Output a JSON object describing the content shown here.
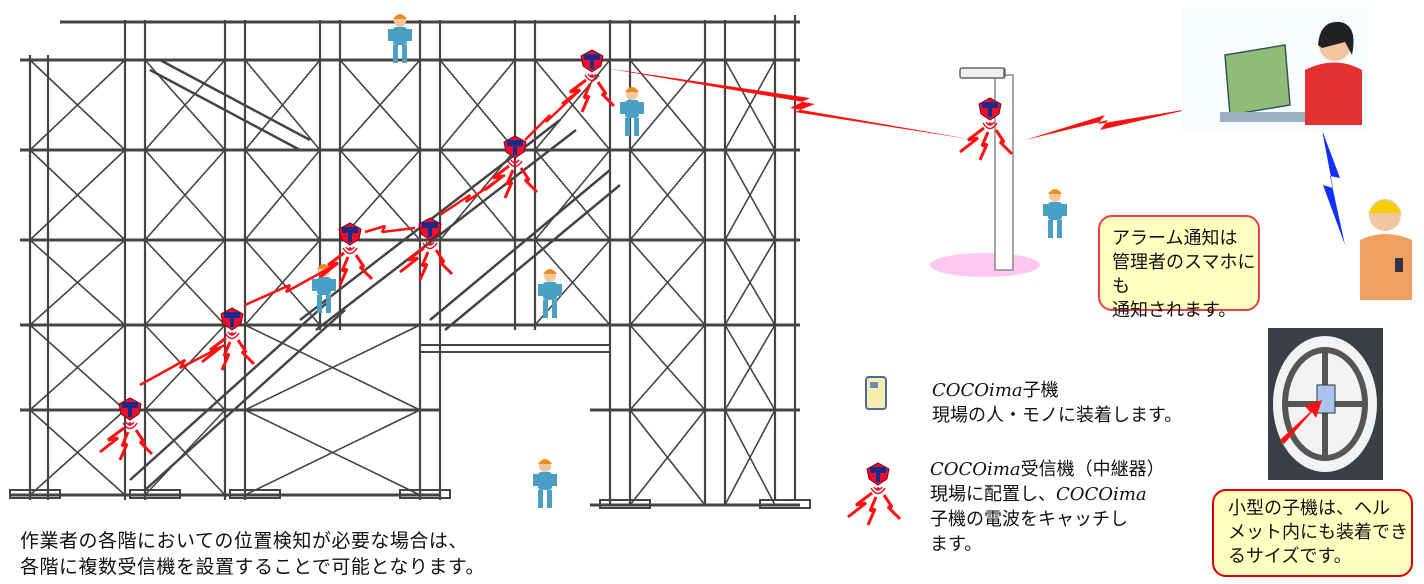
{
  "caption": {
    "line1": "作業者の各階においての位置検知が必要な場合は、",
    "line2": "各階に複数受信機を設置することで可能となります。"
  },
  "alarm_callout": {
    "line1": "アラーム通知は",
    "line2": "管理者のスマホにも",
    "line3": "通知されます。"
  },
  "helmet_callout": {
    "line1": "小型の子機は、ヘル",
    "line2": "メット内にも装着でき",
    "line3": "るサイズです。"
  },
  "legend": {
    "tag": {
      "brand": "COCOima",
      "title_suffix": "子機",
      "description": "現場の人・モノに装着します。"
    },
    "receiver": {
      "brand": "COCOima",
      "title_suffix": "受信機（中継器）",
      "desc_line1": "現場に配置し、",
      "desc_brand": "COCOima",
      "desc_line2": "子機の電波をキャッチし",
      "desc_line3": "ます。"
    }
  },
  "colors": {
    "signal_red": "#ff1010",
    "receiver_red": "#e8102a",
    "receiver_navy": "#1a2a8a",
    "link_blue": "#1030ff",
    "callout_fill": "#ffffc0",
    "worker_blue": "#4a9fc4",
    "helmet_orange": "#f08a18"
  },
  "icons": {
    "receiver": "receiver-icon",
    "tag": "tag-device-icon",
    "helmet": "helmet-photo",
    "operator": "operator-icon",
    "manager": "manager-icon",
    "light_pole": "light-pole-icon"
  }
}
